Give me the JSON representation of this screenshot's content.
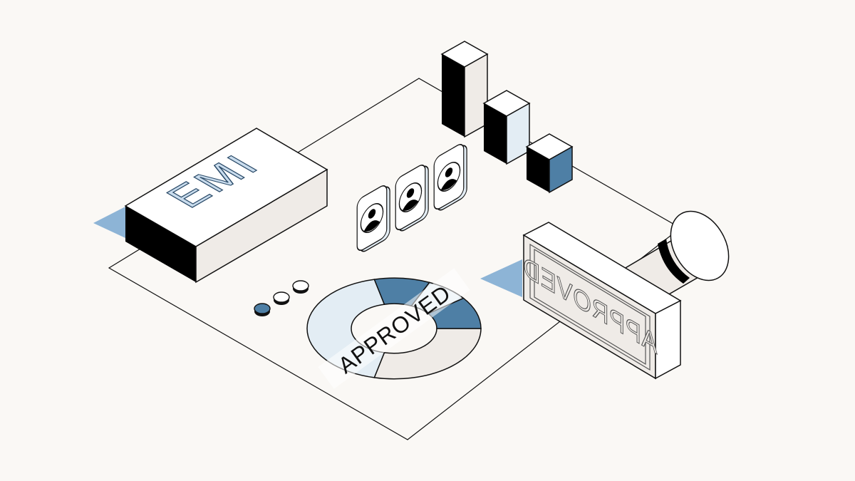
{
  "block": {
    "label": "EMI"
  },
  "chart": {
    "stamp_label": "APPROVED"
  },
  "stamp": {
    "label": "APPROVED"
  },
  "icons": [
    "user-icon",
    "user-icon",
    "user-icon"
  ],
  "colors": {
    "background": "#faf8f5",
    "outline": "#111111",
    "white": "#ffffff",
    "light_gray": "#efebe7",
    "pale_blue": "#e3edf4",
    "mid_blue": "#8db4d6",
    "steel_blue": "#4e7fa5",
    "dark_blue": "#3e6d92",
    "black": "#000000"
  }
}
